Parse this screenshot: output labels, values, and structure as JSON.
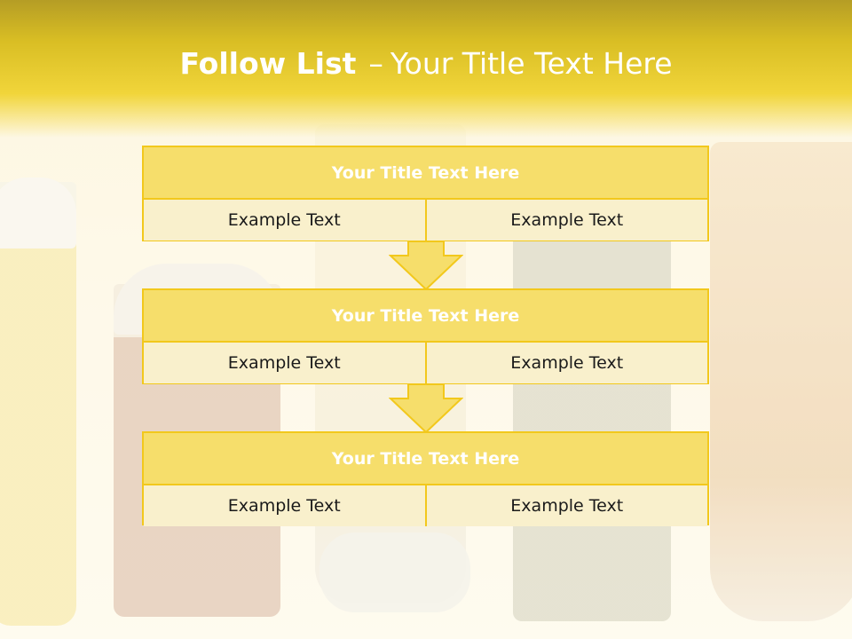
{
  "header": {
    "title_bold": "Follow List",
    "title_separator": "–",
    "title_rest": "Your Title Text Here"
  },
  "blocks": [
    {
      "title": "Your Title Text Here",
      "cells": [
        "Example Text",
        "Example Text"
      ]
    },
    {
      "title": "Your Title Text Here",
      "cells": [
        "Example Text",
        "Example Text"
      ]
    },
    {
      "title": "Your Title Text Here",
      "cells": [
        "Example Text",
        "Example Text"
      ]
    }
  ],
  "colors": {
    "header_yellow": "#f1d53a",
    "block_border": "#f2c81c",
    "block_title_fill": "#f6de6b",
    "cell_fill": "#f9f0cc",
    "arrow_fill": "#f6de6b"
  },
  "icons": {
    "connector": "down-arrow-icon"
  }
}
